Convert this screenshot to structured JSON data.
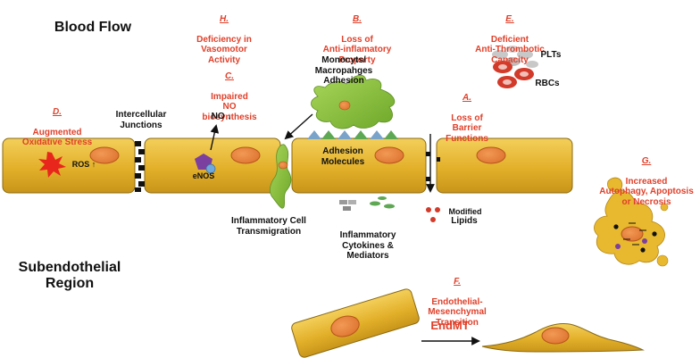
{
  "colors": {
    "cell_fill": "#e8b82e",
    "cell_stroke": "#8a6a12",
    "nucleus_fill": "#e8823a",
    "nucleus_stroke": "#b5561a",
    "macrophage_green": "#8ac23a",
    "label_red": "#e0402a",
    "junction_black": "#111111",
    "enos_purple": "#7b3fa0",
    "enos_blue": "#6fa8dc",
    "adhesion_blue": "#7aa3c9",
    "adhesion_green": "#5ea854",
    "platelet_grey": "#c8c8c8",
    "rbc_red": "#d23a2a",
    "ros_red": "#e8261c"
  },
  "headings": {
    "blood_flow": "Blood Flow",
    "subendothelial": "Subendothelial\nRegion"
  },
  "mechanisms": {
    "h": {
      "letter": "H.",
      "text": "Deficiency in\nVasomotor\nActivity"
    },
    "b": {
      "letter": "B.",
      "text": "Loss of\nAnti-inflamatory\nProperty"
    },
    "e": {
      "letter": "E.",
      "text": "Deficient\nAnti-Thrombotic\nCapacity"
    },
    "c": {
      "letter": "C.",
      "text": "Impaired\nNO\nbiosynthesis"
    },
    "d": {
      "letter": "D.",
      "text": "Augmented\nOxidative Stress"
    },
    "a": {
      "letter": "A.",
      "text": "Loss of\nBarrier\nFunctions"
    },
    "g": {
      "letter": "G.",
      "text": "Increased\nAutophagy, Apoptosis\nor Necrosis"
    },
    "f": {
      "letter": "F.",
      "text": "Endothelial-\nMesenchymal\nTransition"
    }
  },
  "labels": {
    "monocytes": "Monocyts/\nMacropahges\nAdhesion",
    "plts": "PLTs",
    "rbcs": "RBCs",
    "intercellular": "Intercellular\nJunctions",
    "no_down": "NO ↓",
    "ros_up": "ROS ↑",
    "enos": "eNOS",
    "adhesion_molecules": "Adhesion\nMolecules",
    "inflammatory_transmigration": "Inflammatory Cell\nTransmigration",
    "cytokines": "Inflammatory\nCytokines &\nMediators",
    "modified_lipids_1": "Modified",
    "modified_lipids_2": "Lipids",
    "endmt": "EndMT"
  }
}
